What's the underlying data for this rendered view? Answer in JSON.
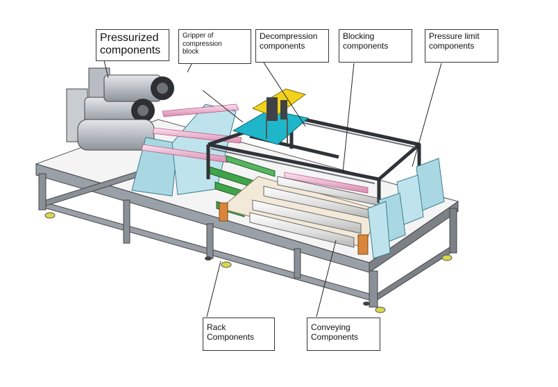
{
  "labels": {
    "pressurized": "Pressurized\ncomponents",
    "gripper": "Gripper of\ncompression\nblock",
    "decompression": "Decompression\ncomponents",
    "blocking": "Blocking\ncomponents",
    "pressure_limit": "Pressure limit\ncomponents",
    "rack": "Rack\nComponents",
    "conveying": "Conveying\nComponents"
  },
  "colors": {
    "frame": "#8f949c",
    "frame_dark": "#5f646b",
    "cyan_guard": "#a9d8e3",
    "yellow_plate": "#f2d21b",
    "green_chain": "#3fa34a",
    "pink_rod": "#e9a9c8",
    "roller": "#e6e6e6",
    "motor": "#c9cdd2",
    "base_plate": "#f1f1f1"
  }
}
